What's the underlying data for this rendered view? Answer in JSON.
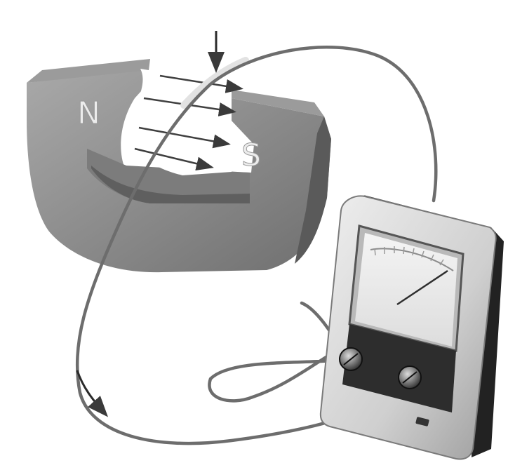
{
  "magnet": {
    "north_label": "N",
    "south_label": "S",
    "field_line_count": 4
  },
  "meter": {
    "needle_deflection": "right",
    "terminal_count": 2
  },
  "motion_arrows": {
    "wire_motion": "down",
    "current_direction": "down-right"
  },
  "colors": {
    "magnet": "#8f8f8f",
    "wire": "#6f6f6f",
    "meter_body": "#cfcfcf",
    "dial_face": "#ededed"
  }
}
